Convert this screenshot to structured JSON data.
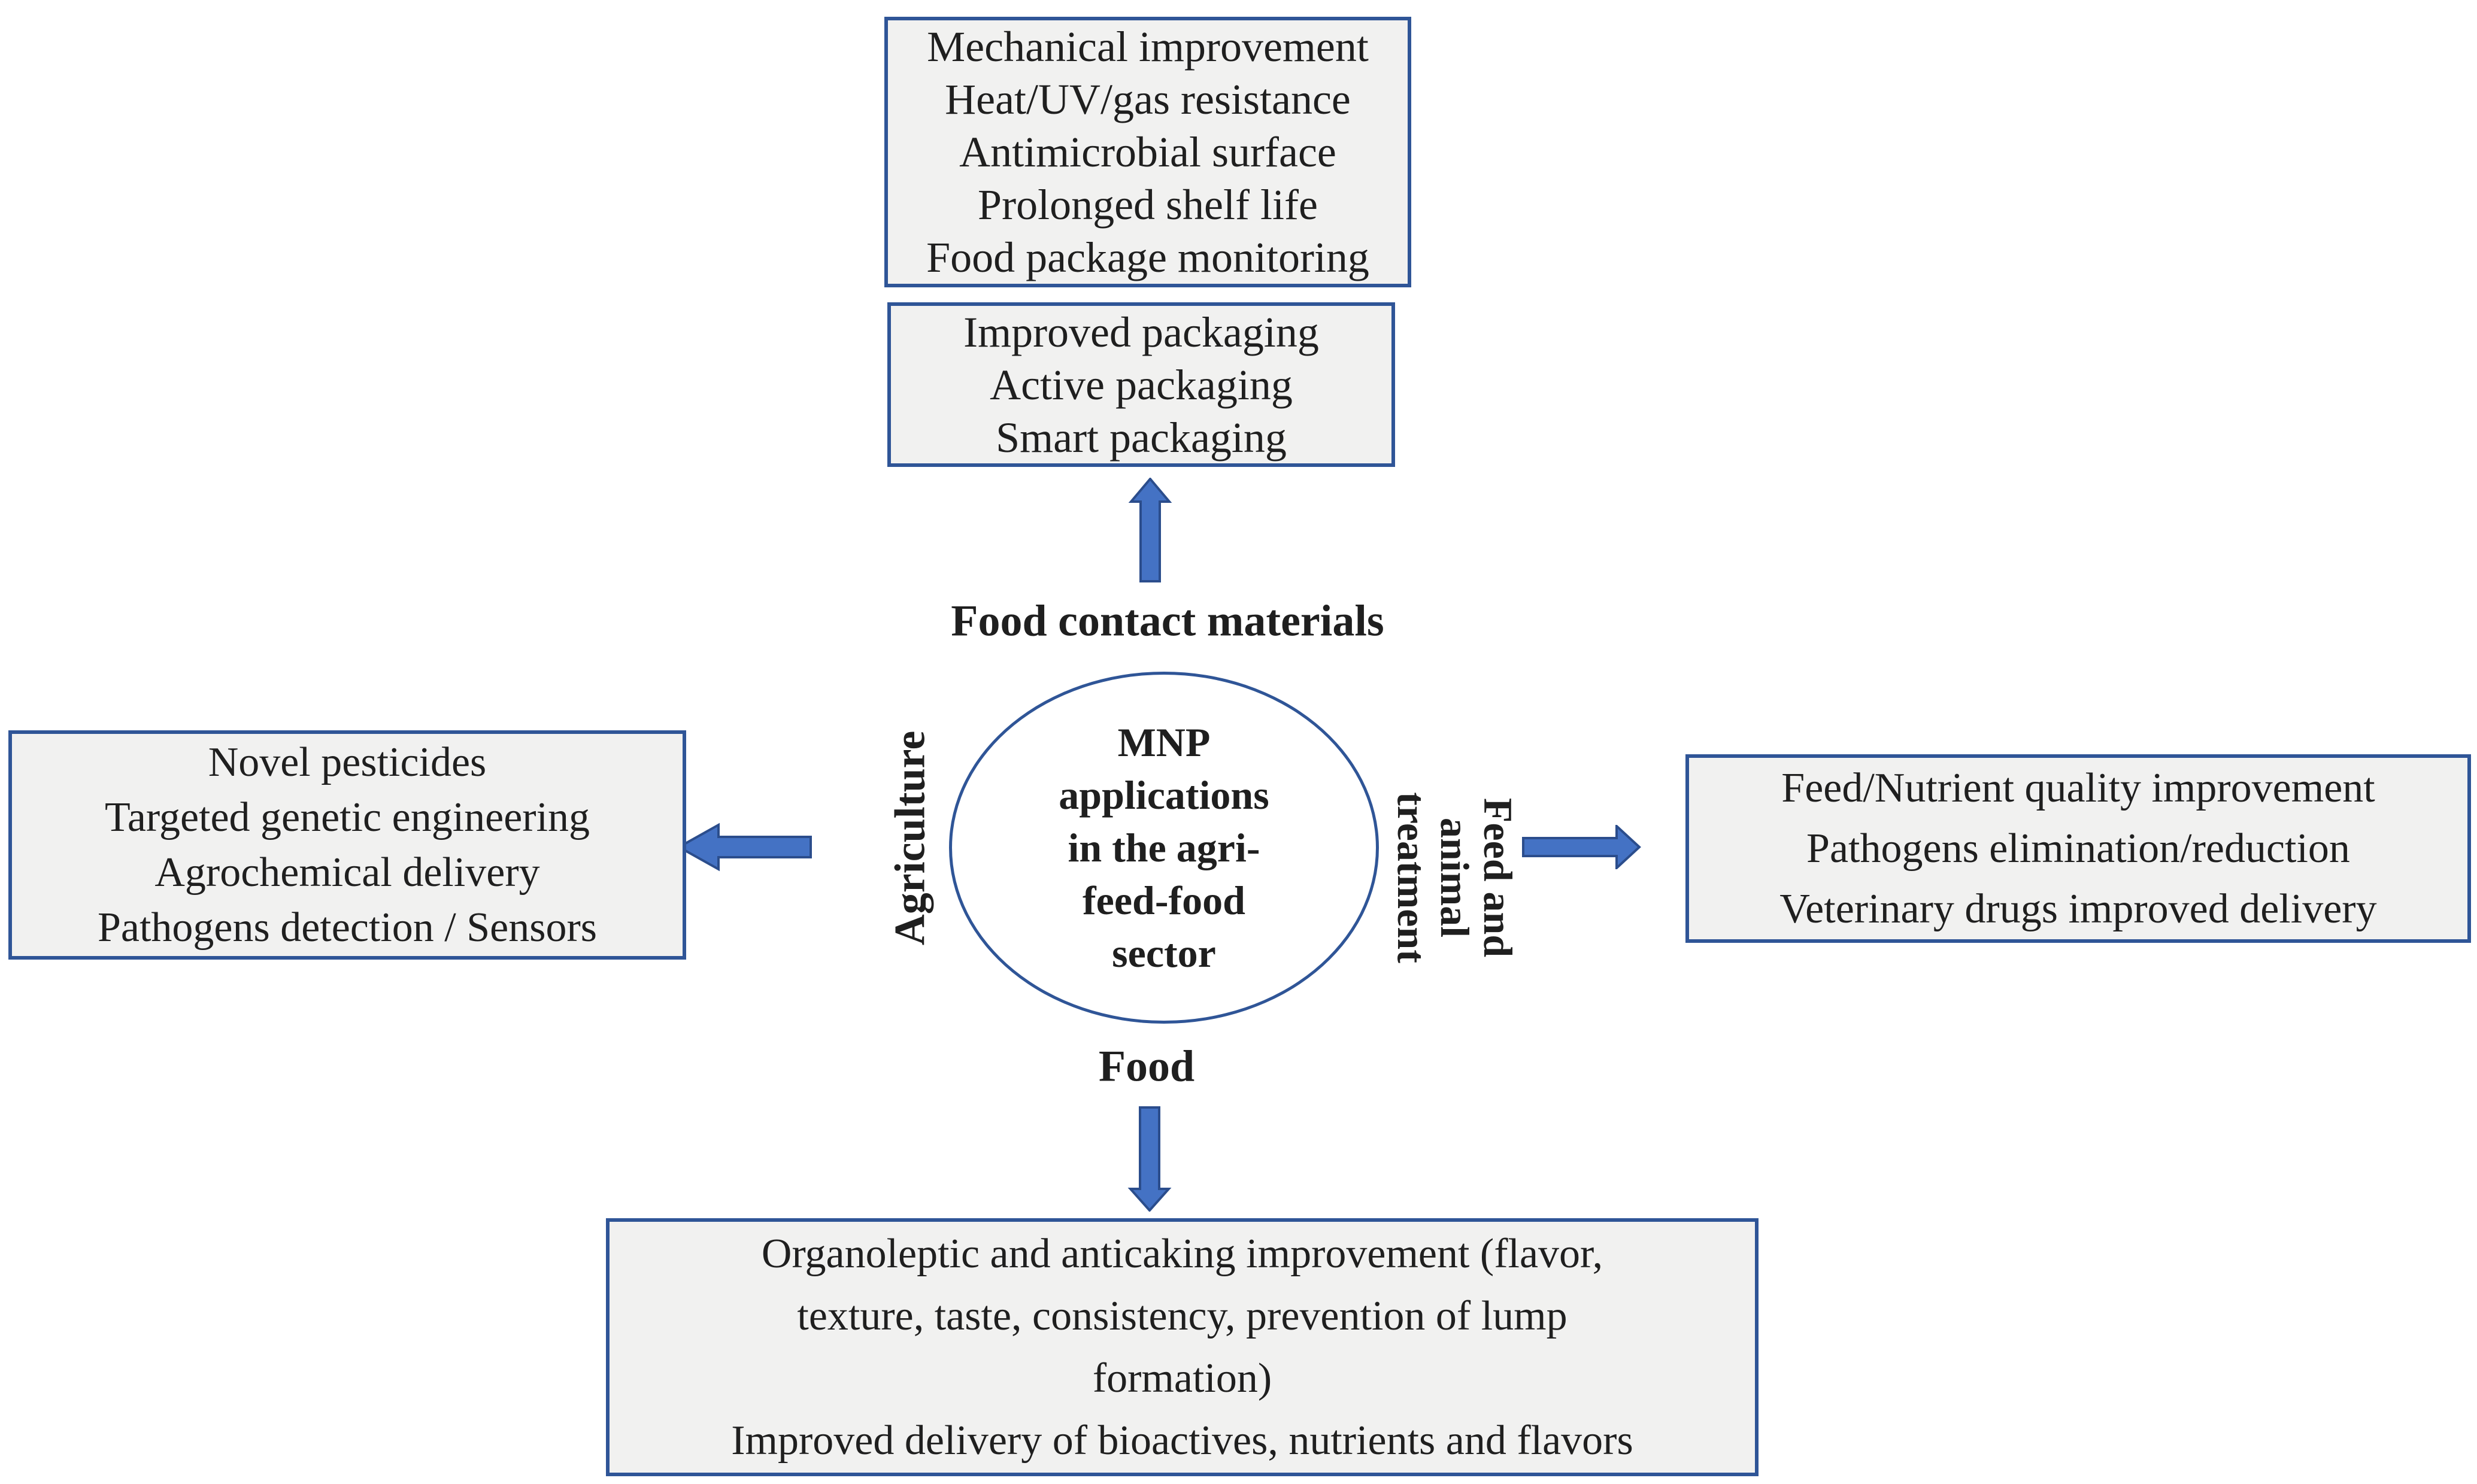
{
  "hub": {
    "lines": [
      "MNP",
      "applications",
      "in the agri-",
      "feed-food",
      "sector"
    ]
  },
  "branch_labels": {
    "top": "Food contact materials",
    "left": "Agriculture",
    "right_lines": [
      "Feed and",
      "animal",
      "treatment"
    ],
    "bottom": "Food"
  },
  "boxes": {
    "packaging_functions": {
      "lines": [
        "Mechanical improvement",
        "Heat/UV/gas resistance",
        "Antimicrobial surface",
        "Prolonged shelf life",
        "Food package monitoring"
      ]
    },
    "packaging_types": {
      "lines": [
        "Improved packaging",
        "Active packaging",
        "Smart packaging"
      ]
    },
    "agriculture_applications": {
      "lines": [
        "Novel pesticides",
        "Targeted genetic engineering",
        "Agrochemical delivery",
        "Pathogens detection / Sensors"
      ]
    },
    "feed_applications": {
      "lines": [
        "Feed/Nutrient quality improvement",
        "Pathogens elimination/reduction",
        "Veterinary drugs improved delivery"
      ]
    },
    "food_applications": {
      "lines": [
        "Organoleptic and anticaking improvement (flavor,",
        "texture, taste, consistency, prevention of lump",
        "formation)",
        "Improved delivery of bioactives, nutrients and flavors"
      ]
    }
  },
  "colors": {
    "box_border": "#2f5597",
    "box_fill": "#f1f1f0",
    "circle_border": "#2f5597",
    "arrow_fill": "#4472c4",
    "arrow_border": "#2b4d8c",
    "text": "#1f1f1f",
    "background": "#ffffff"
  }
}
